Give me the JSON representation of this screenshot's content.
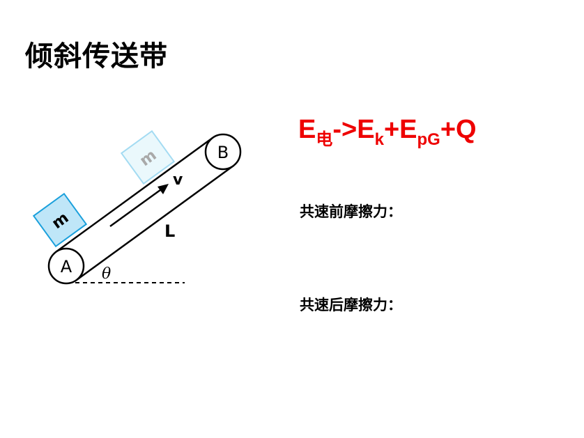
{
  "title": "倾斜传送带",
  "formula": {
    "e": "E",
    "e_sub": "电",
    "arrow": "->",
    "ek": "E",
    "ek_sub": "k",
    "plus1": "+",
    "epg": "E",
    "epg_sub": "pG",
    "plus2": "+",
    "q": "Q"
  },
  "questions": [
    "共速前摩擦力：",
    "共速后摩擦力："
  ],
  "diagram": {
    "pulley_a": "A",
    "pulley_b": "B",
    "block_label": "m",
    "velocity": "v",
    "length": "L",
    "angle": "θ"
  },
  "colors": {
    "formula": "#ee0000",
    "block_fill": "#bfe6f8",
    "block_stroke": "#1aa0dc"
  }
}
